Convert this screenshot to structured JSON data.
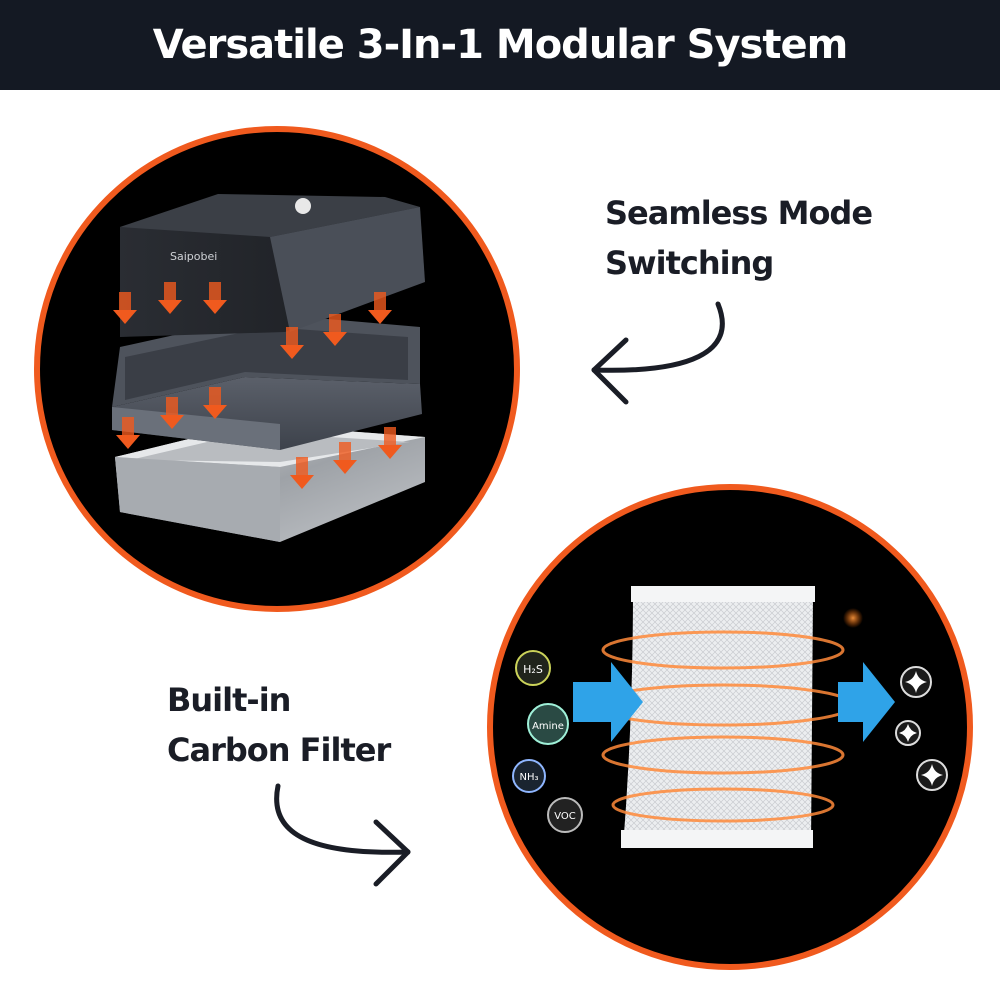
{
  "header": {
    "title": "Versatile 3-In-1 Modular System"
  },
  "feature_top": {
    "line1": "Seamless Mode",
    "line2": "Switching",
    "arrow_icon": "curved-arrow-left-icon",
    "image": {
      "brand": "Saipobei"
    }
  },
  "feature_bottom": {
    "line1": "Built-in",
    "line2": "Carbon Filter",
    "arrow_icon": "curved-arrow-right-icon",
    "image": {
      "odors": [
        "H₂S",
        "Amine",
        "NH₃",
        "VOC"
      ],
      "clean_icon": "sparkle-icon"
    }
  },
  "colors": {
    "banner": "#141923",
    "accent": "#f05a1e",
    "text": "#1a1d26"
  }
}
